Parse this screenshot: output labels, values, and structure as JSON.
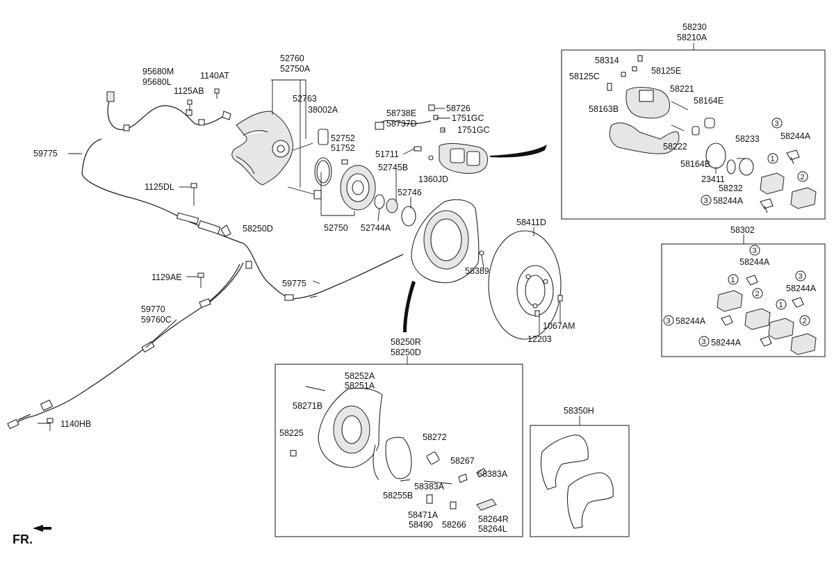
{
  "orientation_label": "FR.",
  "labels": {
    "l52760": "52760",
    "l52750A": "52750A",
    "l95680M": "95680M",
    "l95680L": "95680L",
    "l1140AT": "1140AT",
    "l1125AB": "1125AB",
    "l52763": "52763",
    "l38002A": "38002A",
    "l52752": "52752",
    "l51752": "51752",
    "l59775a": "59775",
    "l1125DL": "1125DL",
    "l58250D_top": "58250D",
    "l52750": "52750",
    "l52744A": "52744A",
    "l52745B": "52745B",
    "l52746": "52746",
    "l58738E": "58738E",
    "l58737D": "58737D",
    "l58726": "58726",
    "l1751GCa": "1751GC",
    "l1751GCb": "1751GC",
    "l51711": "51711",
    "l1360JD": "1360JD",
    "l1129AE": "1129AE",
    "l59775b": "59775",
    "l59770": "59770",
    "l59760C": "59760C",
    "l1140HB": "1140HB",
    "l58389": "58389",
    "l58411D": "58411D",
    "l1067AM": "1067AM",
    "l12203": "12203",
    "l58230": "58230",
    "l58210A": "58210A",
    "l58314": "58314",
    "l58125C": "58125C",
    "l58125E": "58125E",
    "l58221": "58221",
    "l58163B": "58163B",
    "l58164E": "58164E",
    "l58233": "58233",
    "l58244A_c1": "58244A",
    "l58222": "58222",
    "l58164B": "58164B",
    "l23411": "23411",
    "l58232": "58232",
    "l58244A_c2": "58244A",
    "l58302": "58302",
    "l58244A_p1": "58244A",
    "l58244A_p2": "58244A",
    "l58244A_p3": "58244A",
    "l58244A_p4": "58244A",
    "l58250R": "58250R",
    "l58250D": "58250D",
    "l58252A": "58252A",
    "l58251A": "58251A",
    "l58271B": "58271B",
    "l58225": "58225",
    "l58272": "58272",
    "l58267": "58267",
    "l58383Aa": "58383A",
    "l58383Ab": "58383A",
    "l58255B": "58255B",
    "l58471A": "58471A",
    "l58490": "58490",
    "l58266": "58266",
    "l58264R": "58264R",
    "l58264L": "58264L",
    "l58350H": "58350H"
  },
  "callout_numbers": {
    "c3_top": "3",
    "c1_top": "1",
    "c2_top": "2",
    "c3_bot": "3",
    "c3_p_top": "3",
    "c1_p_a": "1",
    "c2_p_a": "2",
    "c3_p_r": "3",
    "c1_p_b": "1",
    "c2_p_b": "2",
    "c3_p_l": "3",
    "c3_p_bot": "3"
  }
}
